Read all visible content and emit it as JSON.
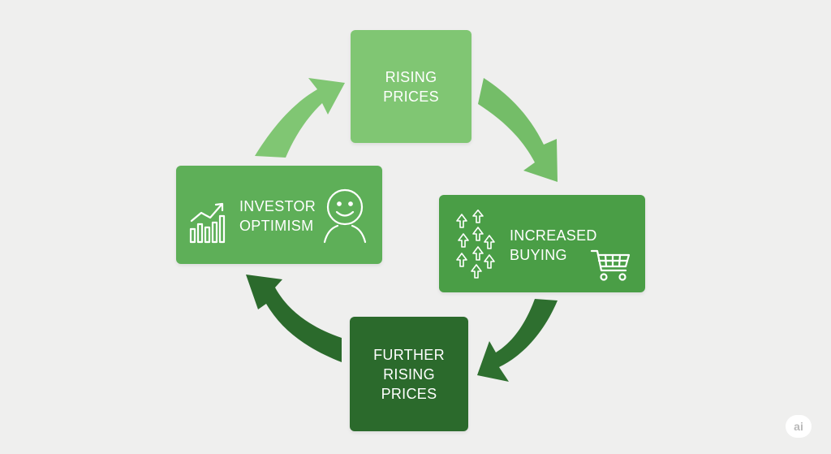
{
  "diagram": {
    "type": "cycle",
    "nodes": [
      {
        "id": "rising_prices",
        "lines": [
          "RISING",
          "PRICES"
        ],
        "color": "#80c673"
      },
      {
        "id": "increased_buying",
        "lines": [
          "INCREASED",
          "BUYING"
        ],
        "color": "#4a9e46",
        "icons": [
          "up-arrows-icon",
          "shopping-cart-icon"
        ]
      },
      {
        "id": "further_rising_prices",
        "lines": [
          "FURTHER",
          "RISING",
          "PRICES"
        ],
        "color": "#2b6a2c"
      },
      {
        "id": "investor_optimism",
        "lines": [
          "INVESTOR",
          "OPTIMISM"
        ],
        "color": "#5eaf58",
        "icons": [
          "growth-chart-icon",
          "smiley-face-icon"
        ]
      }
    ],
    "edges": [
      {
        "from": "rising_prices",
        "to": "increased_buying",
        "color": "#74bd68"
      },
      {
        "from": "increased_buying",
        "to": "further_rising_prices",
        "color": "#2e6f2f"
      },
      {
        "from": "further_rising_prices",
        "to": "investor_optimism",
        "color": "#2b6a2c"
      },
      {
        "from": "investor_optimism",
        "to": "rising_prices",
        "color": "#80c673"
      }
    ]
  },
  "badge": {
    "text": "ai"
  },
  "colors": {
    "background": "#efefee",
    "text_on_node": "#ffffff"
  }
}
